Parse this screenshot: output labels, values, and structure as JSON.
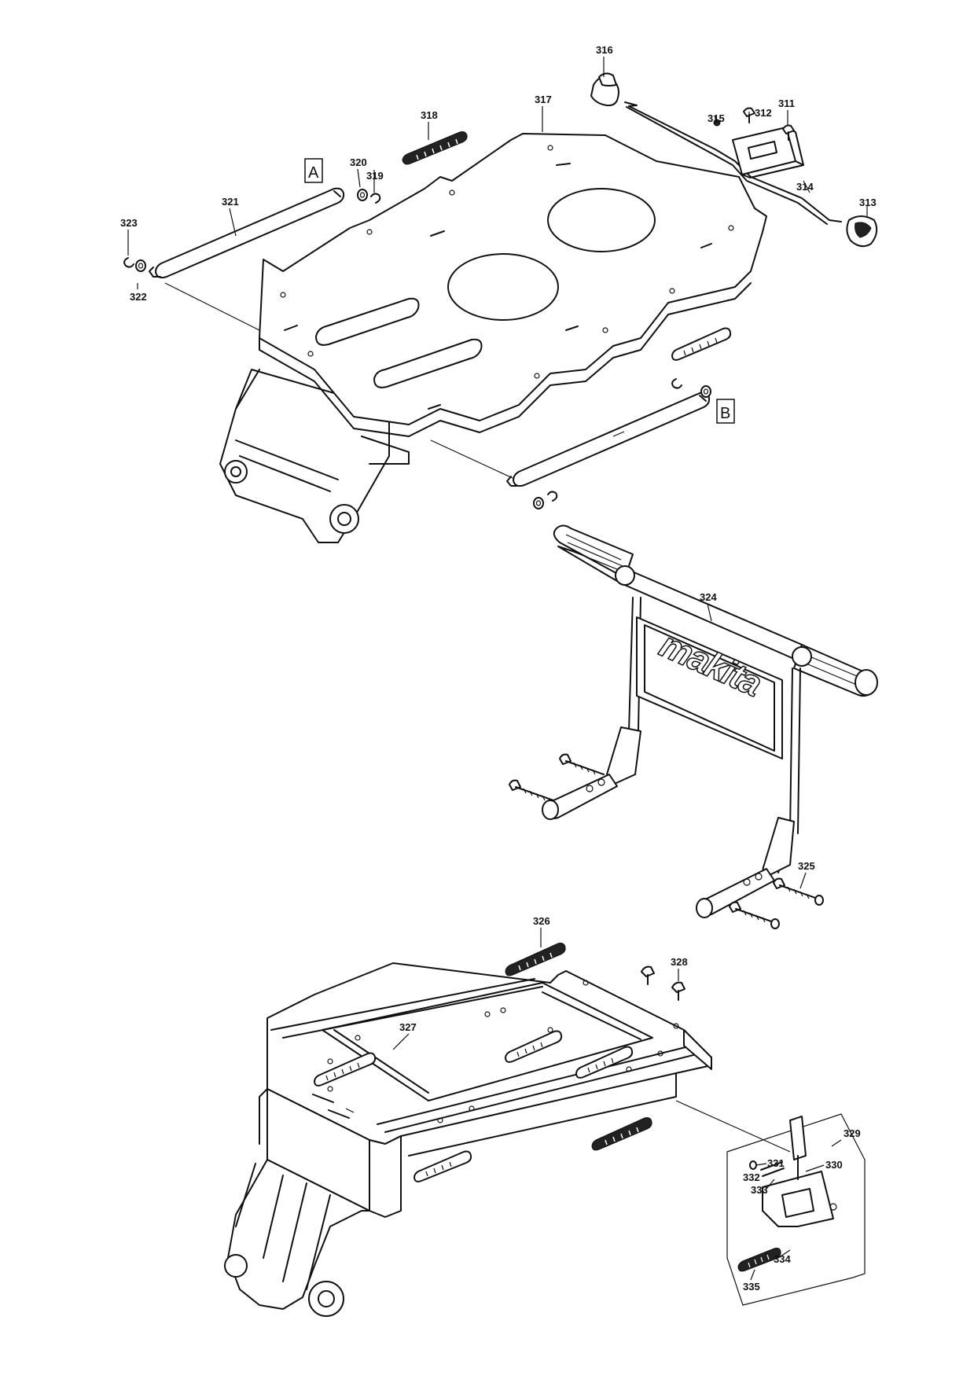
{
  "part_labels": {
    "p311": "311",
    "p312": "312",
    "p313": "313",
    "p314": "314",
    "p315": "315",
    "p316": "316",
    "p317": "317",
    "p318": "318",
    "p319": "319",
    "p320": "320",
    "p321": "321",
    "p322": "322",
    "p323": "323",
    "p324": "324",
    "p325": "325",
    "p326": "326",
    "p327": "327",
    "p328": "328",
    "p329": "329",
    "p330": "330",
    "p331": "331",
    "p332": "332",
    "p333": "333",
    "p334": "334",
    "p335": "335"
  },
  "callouts": {
    "a": "A",
    "b": "B"
  }
}
